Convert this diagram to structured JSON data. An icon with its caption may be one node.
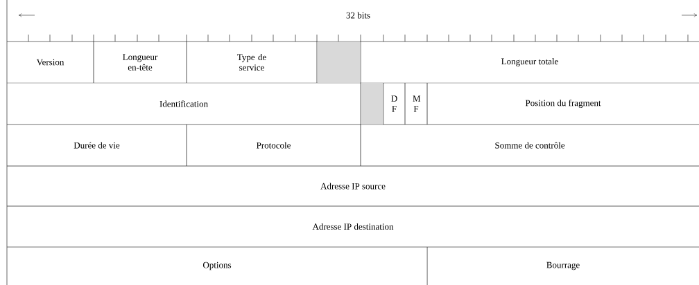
{
  "diagram": {
    "nodes": [
      {
        "text": [
          "Version"
        ]
      },
      {
        "text": [
          "Longueur en-tête"
        ]
      },
      {
        "text": [
          "Type de service"
        ]
      },
      {
        "text": [],
        "shape": "box"
      },
      {
        "text": [
          "Longueur totale"
        ]
      },
      {
        "text": [
          "Identification"
        ]
      },
      {
        "text": [],
        "shape": "box"
      },
      {
        "text": [
          "D F"
        ]
      },
      {
        "text": [
          "M F"
        ]
      },
      {
        "text": [
          "Position du fragment"
        ]
      },
      {
        "text": [
          "Durée de vie"
        ]
      },
      {
        "text": [
          "Protocole"
        ]
      },
      {
        "text": [
          "Somme de contrôle"
        ]
      },
      {
        "text": [
          "Adresse IP source"
        ]
      },
      {
        "text": [
          "Adresse IP destination"
        ]
      },
      {
        "text": [
          "Options"
        ]
      },
      {
        "text": [
          "Bourrage"
        ]
      }
    ],
    "labels": [
      "32 bits"
    ]
  }
}
